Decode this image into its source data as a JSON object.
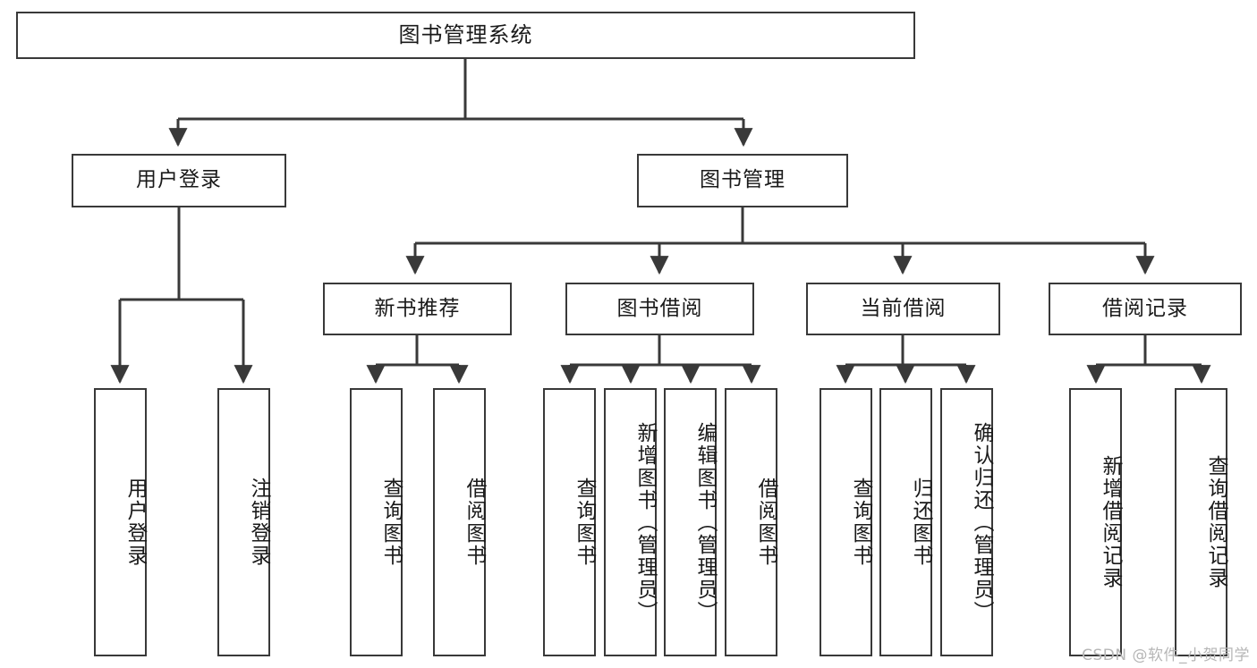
{
  "diagram": {
    "type": "tree-hierarchy",
    "title": "图书管理系统",
    "root": {
      "label": "图书管理系统"
    },
    "level1": [
      {
        "id": "user-login",
        "label": "用户登录"
      },
      {
        "id": "book-management",
        "label": "图书管理"
      }
    ],
    "level2": [
      {
        "id": "new-book-recommend",
        "label": "新书推荐",
        "parent": "book-management"
      },
      {
        "id": "book-borrow",
        "label": "图书借阅",
        "parent": "book-management"
      },
      {
        "id": "current-borrow",
        "label": "当前借阅",
        "parent": "book-management"
      },
      {
        "id": "borrow-record",
        "label": "借阅记录",
        "parent": "book-management"
      }
    ],
    "leaves": {
      "user-login": [
        {
          "id": "leaf-user-login",
          "label": "用户登录"
        },
        {
          "id": "leaf-logout-login",
          "label": "注销登录"
        }
      ],
      "new-book-recommend": [
        {
          "id": "leaf-query-book-1",
          "label": "查询图书"
        },
        {
          "id": "leaf-borrow-book-1",
          "label": "借阅图书"
        }
      ],
      "book-borrow": [
        {
          "id": "leaf-query-book-2",
          "label": "查询图书"
        },
        {
          "id": "leaf-add-book",
          "label": "新增图书（管理员）"
        },
        {
          "id": "leaf-edit-book",
          "label": "编辑图书（管理员）"
        },
        {
          "id": "leaf-borrow-book-2",
          "label": "借阅图书"
        }
      ],
      "current-borrow": [
        {
          "id": "leaf-query-book-3",
          "label": "查询图书"
        },
        {
          "id": "leaf-return-book",
          "label": "归还图书"
        },
        {
          "id": "leaf-confirm-return",
          "label": "确认归还（管理员）"
        }
      ],
      "borrow-record": [
        {
          "id": "leaf-add-record",
          "label": "新增借阅记录"
        },
        {
          "id": "leaf-query-record",
          "label": "查询借阅记录"
        }
      ]
    }
  },
  "watermark": {
    "text": "CSDN @软件_小贺同学"
  },
  "colors": {
    "stroke": "#393939",
    "fill": "#ffffff",
    "text": "#1a1a1a",
    "watermark": "#b6b6b6"
  }
}
